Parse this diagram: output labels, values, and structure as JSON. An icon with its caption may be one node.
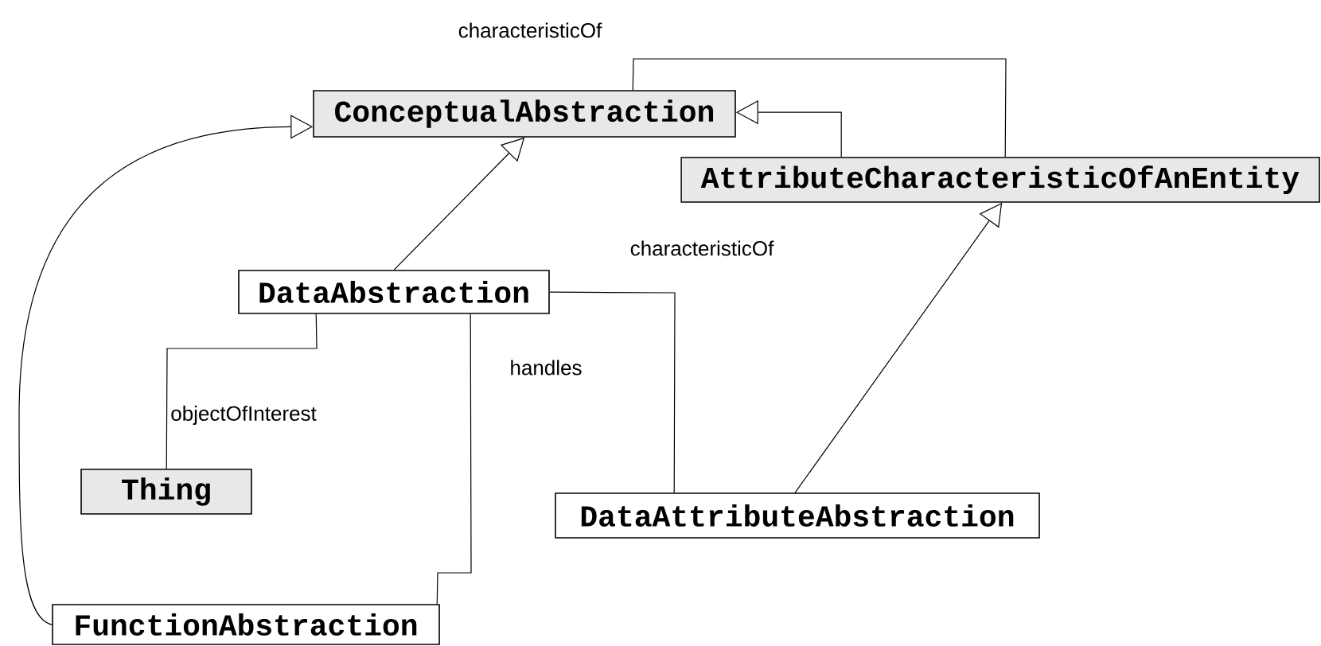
{
  "diagram": {
    "nodes": [
      {
        "text": [
          "ConceptualAbstraction"
        ]
      },
      {
        "text": [
          "AttributeCharacteristicOfAnEntity"
        ]
      },
      {
        "text": [
          "DataAbstraction"
        ]
      },
      {
        "text": [
          "Thing"
        ]
      },
      {
        "text": [
          "DataAttributeAbstraction"
        ]
      },
      {
        "text": [
          "FunctionAbstraction"
        ]
      }
    ],
    "edges": [
      {
        "from": 2,
        "to": 0,
        "arrow": "to"
      },
      {
        "from": 1,
        "to": 0,
        "arrow": "to"
      },
      {
        "from": 5,
        "to": 0,
        "arrow": "to"
      },
      {
        "from": 4,
        "to": 1,
        "arrow": "to"
      },
      {
        "from": 0,
        "to": 1,
        "arrow": "none",
        "label": "characteristicOf"
      },
      {
        "from": 2,
        "to": 4,
        "arrow": "none",
        "label": "characteristicOf"
      },
      {
        "from": 2,
        "to": 3,
        "arrow": "none",
        "label": "objectOfInterest"
      },
      {
        "from": 2,
        "to": 5,
        "arrow": "none",
        "label": "handles"
      }
    ]
  }
}
